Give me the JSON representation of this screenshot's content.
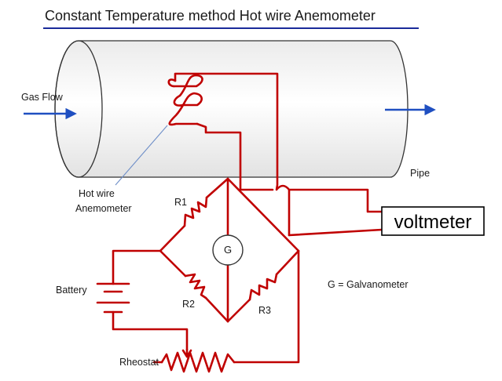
{
  "title": "Constant Temperature method Hot wire Anemometer",
  "labels": {
    "gas_flow": "Gas Flow",
    "pipe": "Pipe",
    "hot_wire_line1": "Hot wire",
    "hot_wire_line2": "Anemometer",
    "r1": "R1",
    "r2": "R2",
    "r3": "R3",
    "galvanometer": "G",
    "battery": "Battery",
    "rheostat": "Rheostat",
    "voltmeter": "voltmeter",
    "legend": "G = Galvanometer"
  },
  "colors": {
    "wire": "#c00000",
    "arrow": "#1f4fc1",
    "title_underline": "#1a2a9a",
    "pipe_outline": "#333333",
    "pointer": "#6f8fc8"
  }
}
